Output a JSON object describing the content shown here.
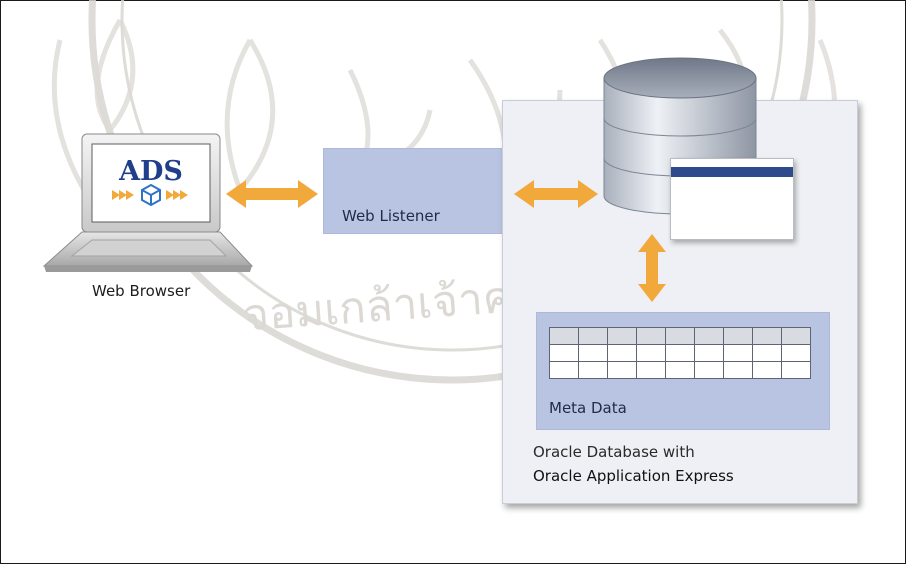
{
  "watermark": {
    "text": "จอมเกล้าเจ้าคุณทหาร"
  },
  "laptop": {
    "logo_text": "ADS",
    "label": "Web Browser"
  },
  "listener": {
    "label": "Web Listener"
  },
  "metadata": {
    "label": "Meta Data",
    "rows": 3,
    "cols": 9
  },
  "database": {
    "line1": "Oracle Database with",
    "line2": "Oracle Application Express"
  },
  "colors": {
    "arrow": "#f2a93b",
    "box_fill": "#b9c4e2",
    "panel_fill": "#eef0f5",
    "window_bar": "#2f4b8c"
  }
}
